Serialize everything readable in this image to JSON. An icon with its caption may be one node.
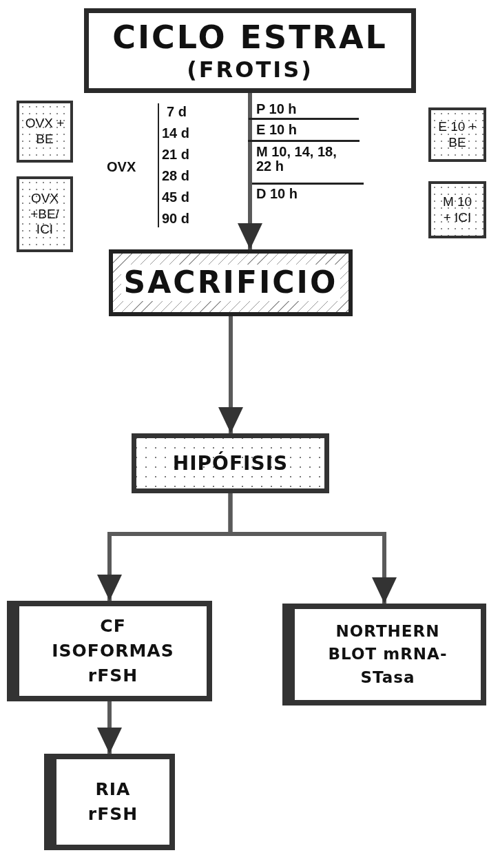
{
  "diagram": {
    "nodes": [
      {
        "text": [
          "CICLO ESTRAL",
          "(FROTIS)"
        ]
      },
      {
        "text": [
          "OVX + BE"
        ]
      },
      {
        "text": [
          "OVX +BE/ ICI"
        ]
      },
      {
        "text": [
          "E 10 + BE"
        ]
      },
      {
        "text": [
          "M 10 + ICI"
        ]
      },
      {
        "text": [
          "SACRIFICIO"
        ]
      },
      {
        "text": [
          "HIPÓFISIS"
        ]
      },
      {
        "text": [
          "CF ISOFORMAS rFSH"
        ]
      },
      {
        "text": [
          "NORTHERN BLOT mRNA-STasa"
        ]
      },
      {
        "text": [
          "RIA rFSH"
        ]
      }
    ],
    "edges": [
      {
        "from": 0,
        "to": 5,
        "arrow": "to"
      },
      {
        "from": 5,
        "to": 6,
        "arrow": "to"
      },
      {
        "from": 6,
        "to": 7,
        "arrow": "to"
      },
      {
        "from": 6,
        "to": 8,
        "arrow": "to"
      },
      {
        "from": 7,
        "to": 9,
        "arrow": "to"
      }
    ],
    "labels": [
      "OVX",
      "7 d",
      "14 d",
      "21 d",
      "28 d",
      "45 d",
      "90 d",
      "P 10 h",
      "E 10 h",
      "M 10, 14, 18, 22 h",
      "D 10 h"
    ]
  }
}
